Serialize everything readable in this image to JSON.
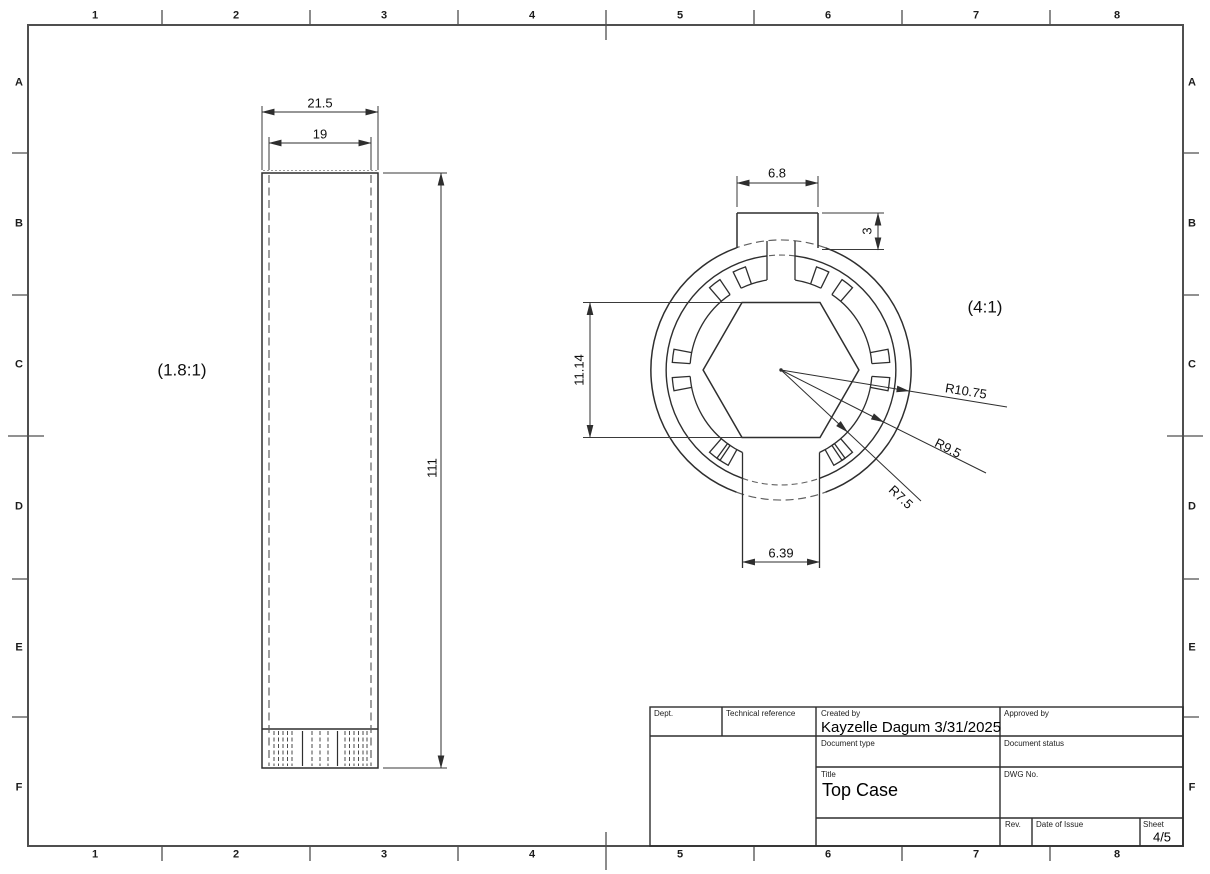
{
  "colors": {
    "background": "#ffffff",
    "line": "#2e2e2e",
    "hidden_line": "#606060",
    "frame": "#4f4f4f"
  },
  "sheet": {
    "zone_columns": [
      "1",
      "2",
      "3",
      "4",
      "5",
      "6",
      "7",
      "8"
    ],
    "zone_rows": [
      "A",
      "B",
      "C",
      "D",
      "E",
      "F"
    ]
  },
  "side_view": {
    "scale_label": "(1.8:1)",
    "dim_outer_width": "21.5",
    "dim_inner_width": "19",
    "dim_height": "111"
  },
  "section_view": {
    "scale_label": "(4:1)",
    "dim_tab_width": "6.8",
    "dim_tab_height": "3",
    "dim_hex_height": "11.14",
    "dim_slot_width": "6.39",
    "radius_outer": "R10.75",
    "radius_inner": "R9.5",
    "radius_arms": "R7.5"
  },
  "title_block": {
    "dept_label": "Dept.",
    "technical_reference_label": "Technical reference",
    "created_by_label": "Created by",
    "created_by_value": "Kayzelle Dagum 3/31/2025",
    "approved_by_label": "Approved by",
    "document_type_label": "Document type",
    "document_status_label": "Document status",
    "title_label": "Title",
    "title_value": "Top Case",
    "dwg_no_label": "DWG No.",
    "rev_label": "Rev.",
    "date_of_issue_label": "Date of Issue",
    "sheet_label": "Sheet",
    "sheet_value": "4/5"
  }
}
